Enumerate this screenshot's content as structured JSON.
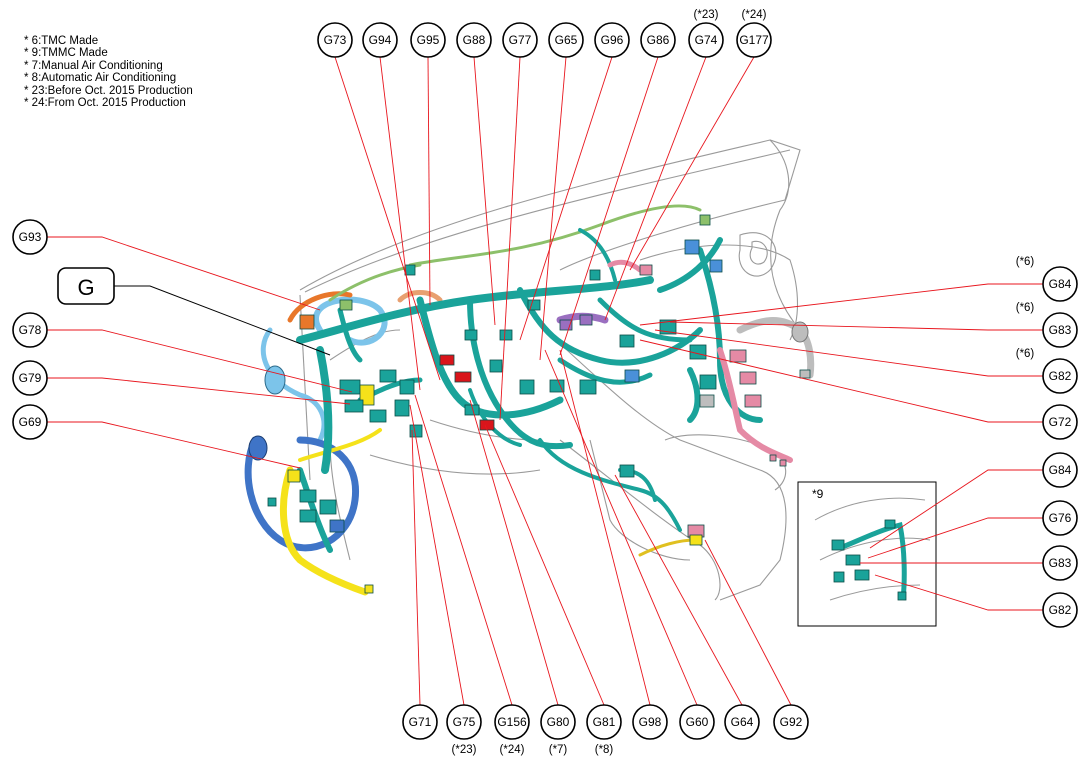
{
  "notes": [
    "* 6:TMC Made",
    "* 9:TMMC Made",
    "* 7:Manual Air Conditioning",
    "* 8:Automatic Air Conditioning",
    "* 23:Before Oct. 2015 Production",
    "* 24:From Oct. 2015 Production"
  ],
  "group_label": "G",
  "inset_label": "*9",
  "colors": {
    "leader": "#e8161e",
    "teal": "#1aa39a",
    "teal_dark": "#0b6b64",
    "blue": "#4a90d9",
    "lightblue": "#7cc4ea",
    "yellow": "#f5e21a",
    "orange": "#e8772a",
    "green": "#8dc06a",
    "pink": "#e58aa5",
    "red": "#d9151b",
    "purple": "#9a6fc0",
    "grey": "#bdbdbd"
  },
  "top_connectors": [
    {
      "id": "G73",
      "note": ""
    },
    {
      "id": "G94",
      "note": ""
    },
    {
      "id": "G95",
      "note": ""
    },
    {
      "id": "G88",
      "note": ""
    },
    {
      "id": "G77",
      "note": ""
    },
    {
      "id": "G65",
      "note": ""
    },
    {
      "id": "G96",
      "note": ""
    },
    {
      "id": "G86",
      "note": ""
    },
    {
      "id": "G74",
      "note": "(*23)"
    },
    {
      "id": "G177",
      "note": "(*24)"
    }
  ],
  "left_connectors": [
    {
      "id": "G93"
    },
    {
      "id": "G78"
    },
    {
      "id": "G79"
    },
    {
      "id": "G69"
    }
  ],
  "right_connectors": [
    {
      "id": "G84",
      "note": "(*6)"
    },
    {
      "id": "G83",
      "note": "(*6)"
    },
    {
      "id": "G82",
      "note": "(*6)"
    },
    {
      "id": "G72",
      "note": ""
    },
    {
      "id": "G84",
      "note": ""
    },
    {
      "id": "G76",
      "note": ""
    },
    {
      "id": "G83",
      "note": ""
    },
    {
      "id": "G82",
      "note": ""
    }
  ],
  "bottom_connectors": [
    {
      "id": "G71",
      "note": ""
    },
    {
      "id": "G75",
      "note": "(*23)"
    },
    {
      "id": "G156",
      "note": "(*24)"
    },
    {
      "id": "G80",
      "note": "(*7)"
    },
    {
      "id": "G81",
      "note": "(*8)"
    },
    {
      "id": "G98",
      "note": ""
    },
    {
      "id": "G60",
      "note": ""
    },
    {
      "id": "G64",
      "note": ""
    },
    {
      "id": "G92",
      "note": ""
    }
  ]
}
